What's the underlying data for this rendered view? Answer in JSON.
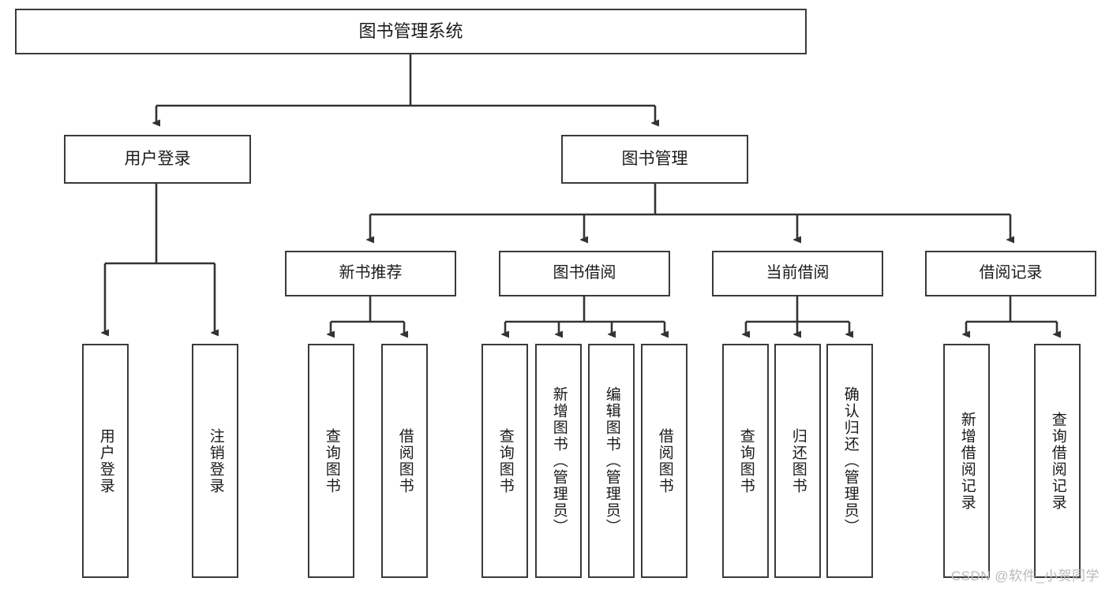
{
  "diagram": {
    "title": "图书管理系统",
    "watermark": "CSDN @软件_小贺同学",
    "colors": {
      "border": "#3a3a3a",
      "connector": "#333333",
      "background": "#ffffff",
      "text": "#1b1b1b",
      "watermark": "#b9b9b9"
    },
    "root": {
      "label": "图书管理系统"
    },
    "level1": [
      {
        "label": "用户登录"
      },
      {
        "label": "图书管理"
      }
    ],
    "level2": [
      {
        "label": "新书推荐"
      },
      {
        "label": "图书借阅"
      },
      {
        "label": "当前借阅"
      },
      {
        "label": "借阅记录"
      }
    ],
    "leaves": {
      "user_login": [
        {
          "label": "用户登录"
        },
        {
          "label": "注销登录"
        }
      ],
      "new_book_recommend": [
        {
          "label": "查询图书"
        },
        {
          "label": "借阅图书"
        }
      ],
      "book_borrow": [
        {
          "label": "查询图书"
        },
        {
          "label": "新增图书（管理员）"
        },
        {
          "label": "编辑图书（管理员）"
        },
        {
          "label": "借阅图书"
        }
      ],
      "current_borrow": [
        {
          "label": "查询图书"
        },
        {
          "label": "归还图书"
        },
        {
          "label": "确认归还（管理员）"
        }
      ],
      "borrow_record": [
        {
          "label": "新增借阅记录"
        },
        {
          "label": "查询借阅记录"
        }
      ]
    }
  }
}
